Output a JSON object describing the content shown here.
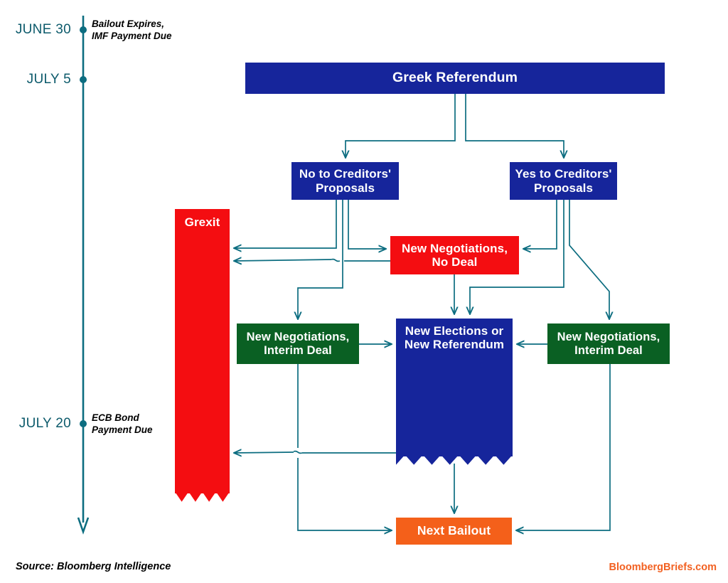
{
  "title": "Greek Referendum Decision Tree",
  "colors": {
    "navy": "#16259b",
    "red": "#f40d11",
    "green": "#0a6023",
    "orange": "#f4601a",
    "teal_line": "#0c6d80",
    "teal_text": "#0c5a6b",
    "brand_orange": "#f26122"
  },
  "timeline": {
    "events": [
      {
        "date": "JUNE 30",
        "note": "Bailout Expires,\nIMF Payment Due",
        "note_line1": "Bailout Expires,",
        "note_line2": "IMF Payment Due"
      },
      {
        "date": "JULY 5",
        "note": "",
        "note_line1": "",
        "note_line2": ""
      },
      {
        "date": "JULY 20",
        "note": "ECB Bond\nPayment Due",
        "note_line1": "ECB Bond",
        "note_line2": "Payment Due"
      }
    ]
  },
  "nodes": {
    "referendum": {
      "label": "Greek Referendum",
      "color": "navy"
    },
    "no_proposals": {
      "label": "No to Creditors'\nProposals",
      "line1": "No to Creditors'",
      "line2": "Proposals",
      "color": "navy"
    },
    "yes_proposals": {
      "label": "Yes to Creditors'\nProposals",
      "line1": "Yes to Creditors'",
      "line2": "Proposals",
      "color": "navy"
    },
    "grexit": {
      "label": "Grexit",
      "color": "red"
    },
    "new_negotiations_no_deal": {
      "label": "New Negotiations,\nNo Deal",
      "line1": "New Negotiations,",
      "line2": "No Deal",
      "color": "red"
    },
    "interim_deal_left": {
      "label": "New Negotiations,\nInterim Deal",
      "line1": "New Negotiations,",
      "line2": "Interim Deal",
      "color": "green"
    },
    "interim_deal_right": {
      "label": "New Negotiations,\nInterim Deal",
      "line1": "New Negotiations,",
      "line2": "Interim Deal",
      "color": "green"
    },
    "new_elections": {
      "label": "New Elections or\nNew Referendum",
      "line1": "New Elections or",
      "line2": "New Referendum",
      "color": "navy"
    },
    "next_bailout": {
      "label": "Next Bailout",
      "color": "orange"
    }
  },
  "footer": {
    "source": "Source: Bloomberg Intelligence",
    "brand": "BloombergBriefs.com"
  }
}
